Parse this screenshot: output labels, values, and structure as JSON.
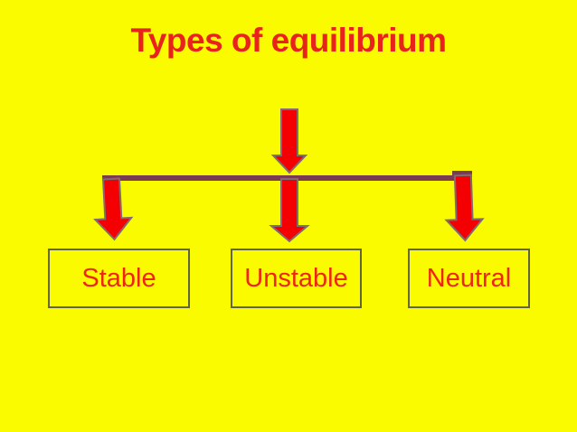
{
  "slide": {
    "title": "Types of equilibrium",
    "diagram": {
      "type": "tree",
      "root_arrow": "down-arrow",
      "branches": [
        "Stable",
        "Unstable",
        "Neutral"
      ]
    },
    "boxes": [
      {
        "label": "Stable"
      },
      {
        "label": "Unstable"
      },
      {
        "label": "Neutral"
      }
    ]
  },
  "colors": {
    "background": "#fbfb00",
    "title_red": "#e8231b",
    "label_red": "#f02413",
    "arrow_fill": "#f50002",
    "arrow_outline": "#7d6c72",
    "bar_fill": "#7a3b52",
    "box_border": "#5f6444"
  }
}
